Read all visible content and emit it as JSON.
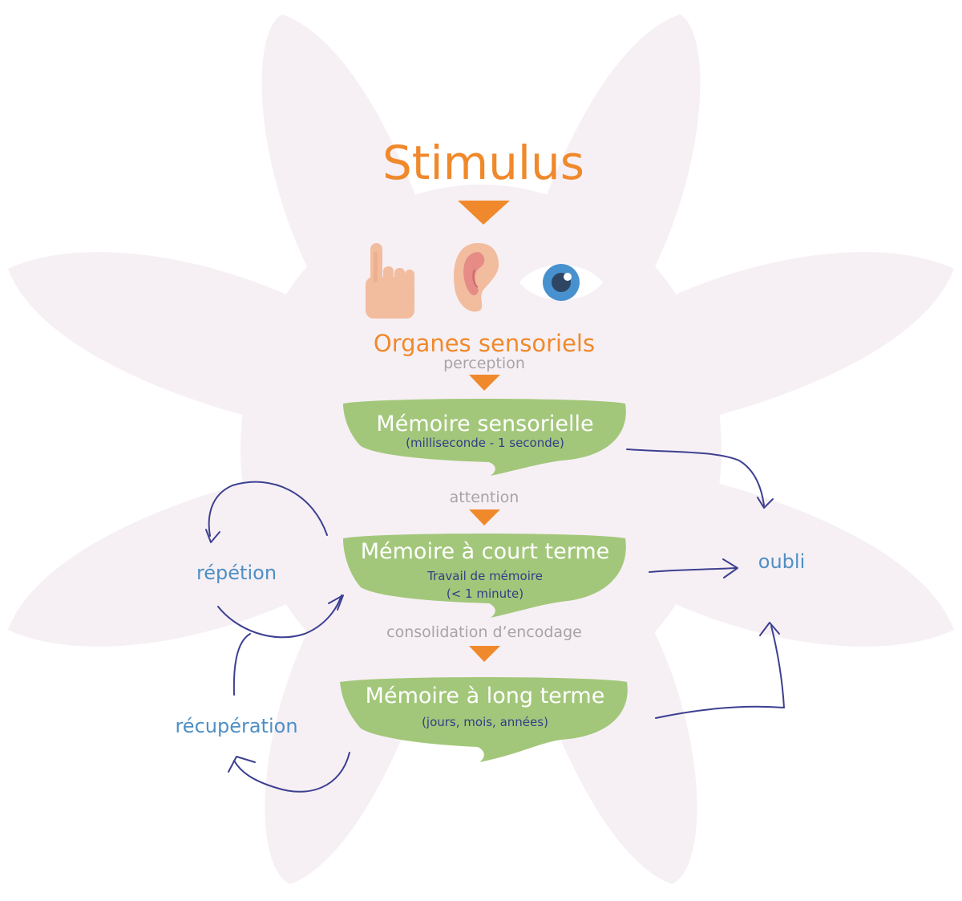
{
  "stimulus": "Stimulus",
  "sense_icons": [
    "finger-icon",
    "ear-icon",
    "eye-icon"
  ],
  "sensory_organs": "Organes sensoriels",
  "transitions": {
    "perception": "perception",
    "attention": "attention",
    "encoding": "consolidation d’encodage"
  },
  "memories": {
    "sensory": {
      "title": "Mémoire sensorielle",
      "sub1": "(milliseconde - 1 seconde)"
    },
    "short_term": {
      "title": "Mémoire à court terme",
      "sub1": "Travail de mémoire",
      "sub2": "(<  1 minute)"
    },
    "long_term": {
      "title": "Mémoire à long terme",
      "sub1": "(jours, mois, années)"
    }
  },
  "side_labels": {
    "repetition": "répétion",
    "retrieval": "récupération",
    "forgetting": "oubli"
  },
  "colors": {
    "orange": "#f0892b",
    "green": "#a3c77a",
    "petal": "#f6f0f5",
    "navy": "#3d4090",
    "blue_text": "#4f8fc4",
    "gray_text": "#a7a3a6"
  }
}
